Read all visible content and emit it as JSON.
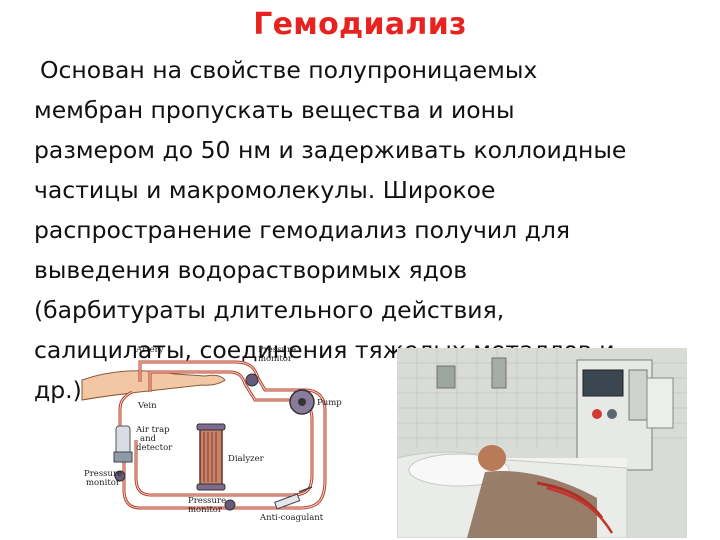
{
  "slide": {
    "title": "Гемодиализ",
    "lines": [
      "Основан на свойстве полупроницаемых",
      "мембран пропускать вещества и ионы",
      "размером до 50 нм и задерживать коллоидные",
      "частицы и макромолекулы. Широкое",
      "распространение гемодиализ получил для",
      "выведения водорастворимых ядов",
      "(барбитураты длительного действия,",
      "салицилаты, соединения тяжелых металлов и",
      "др.)"
    ]
  },
  "diagram": {
    "labels": {
      "artery": "Artery",
      "vein": "Vein",
      "pressure_monitor_top_1": "Pressure",
      "pressure_monitor_top_2": "monitor",
      "pump": "Pump",
      "air_trap_1": "Air trap",
      "air_trap_2": "and",
      "air_trap_3": "detector",
      "dialyzer": "Dialyzer",
      "pressure_monitor_left_1": "Pressure",
      "pressure_monitor_left_2": "monitor",
      "pressure_monitor_bottom_1": "Pressure",
      "pressure_monitor_bottom_2": "monitor",
      "anticoagulant": "Anti-coagulant"
    }
  },
  "colors": {
    "title": "#e8231f",
    "text": "#111111",
    "tubing": "#b9412e"
  }
}
